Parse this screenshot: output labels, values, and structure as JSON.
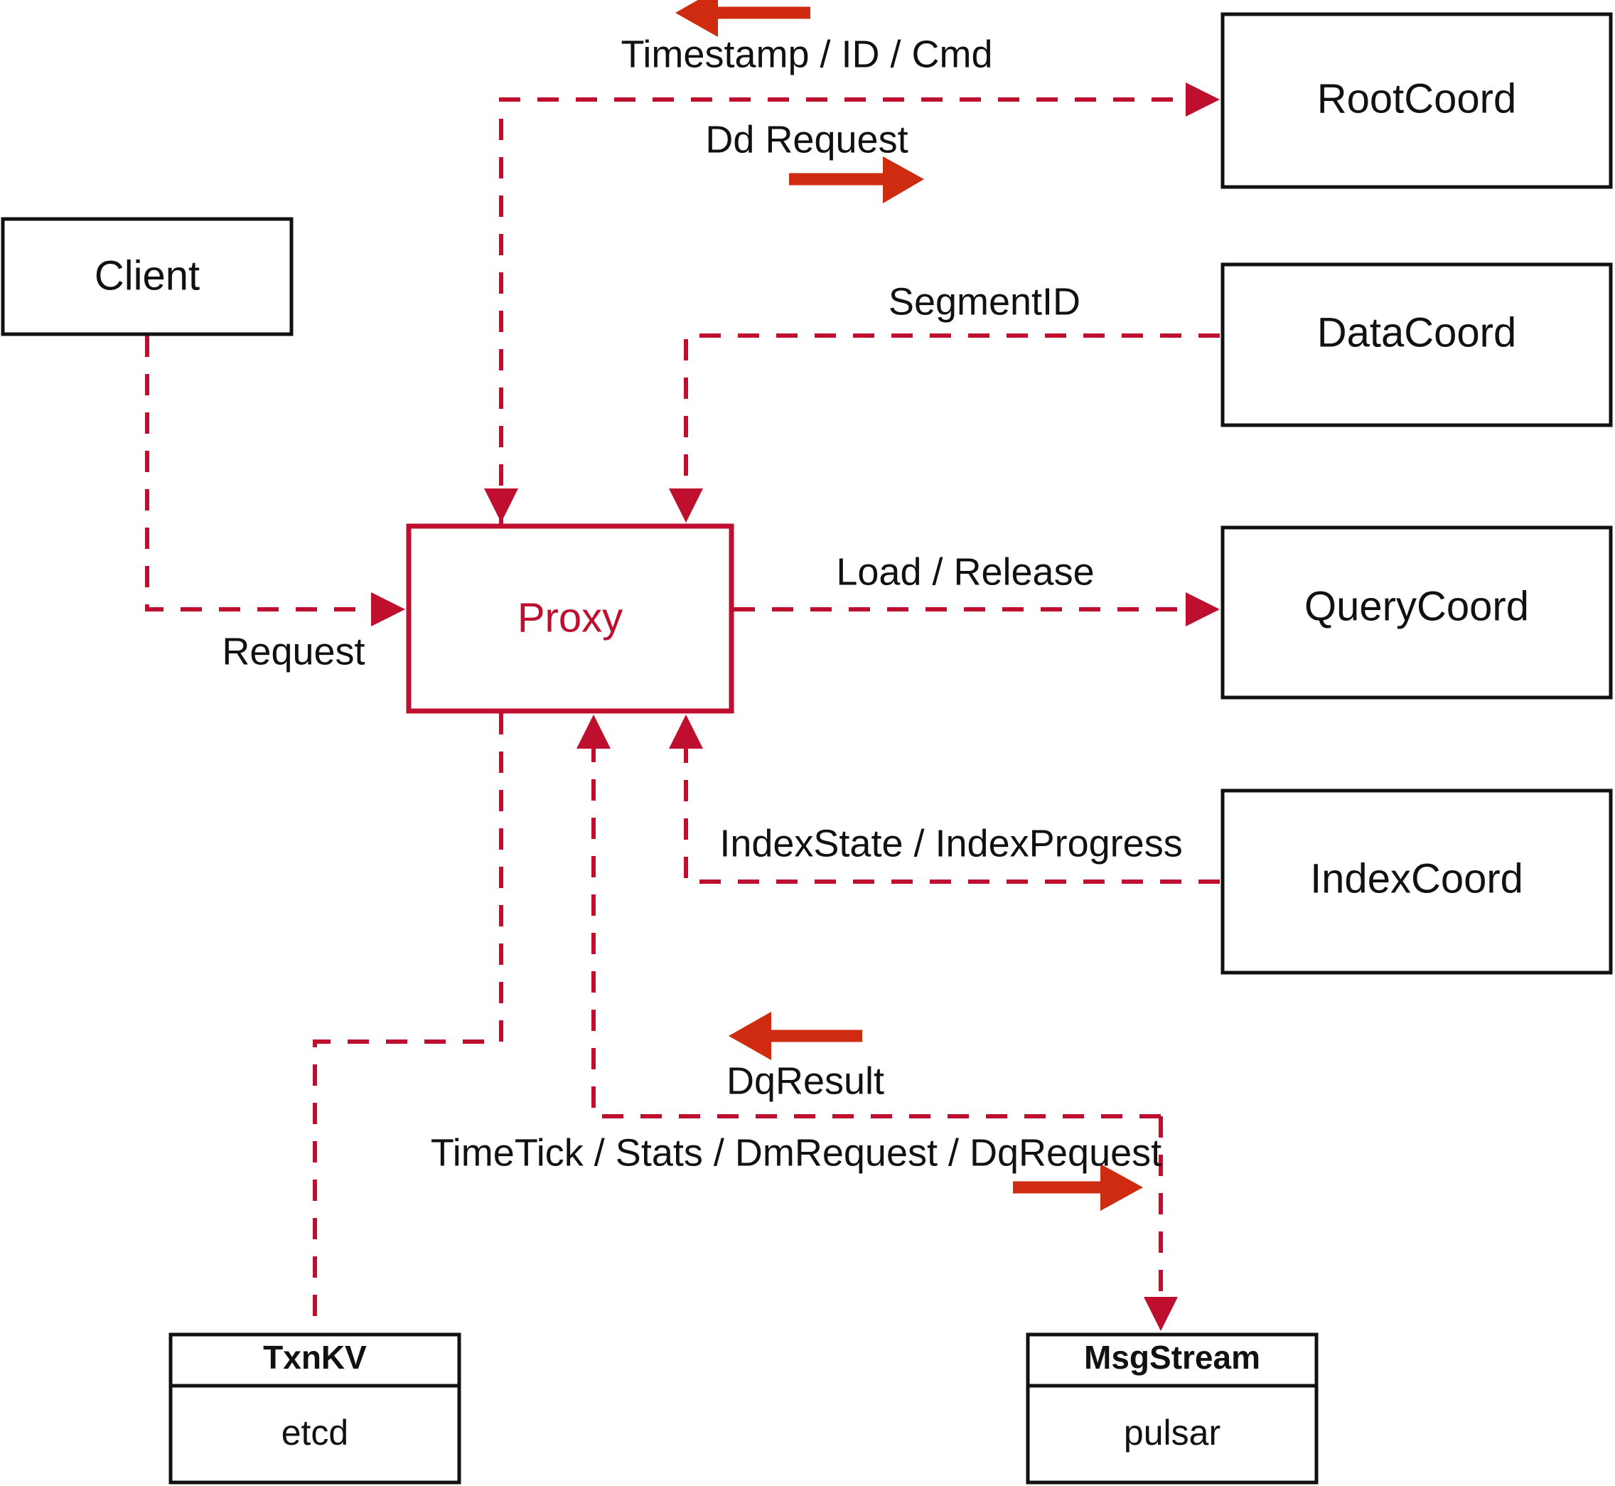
{
  "diagram": {
    "title": "Milvus Proxy interaction diagram",
    "colors": {
      "accent": "#BE0F2E",
      "arrow": "#CE2B10",
      "box_stroke": "#111111",
      "background": "#ffffff"
    },
    "nodes": {
      "client": {
        "label": "Client"
      },
      "proxy": {
        "label": "Proxy"
      },
      "root_coord": {
        "label": "RootCoord"
      },
      "data_coord": {
        "label": "DataCoord"
      },
      "query_coord": {
        "label": "QueryCoord"
      },
      "index_coord": {
        "label": "IndexCoord"
      },
      "txn_kv": {
        "label": "TxnKV",
        "impl": "etcd"
      },
      "msg_stream": {
        "label": "MsgStream",
        "impl": "pulsar"
      }
    },
    "edges": [
      {
        "id": "timestamp-id-cmd",
        "label": "Timestamp / ID / Cmd",
        "from": "RootCoord",
        "to": "Proxy",
        "direction": "left"
      },
      {
        "id": "dd-request",
        "label": "Dd Request",
        "from": "Proxy",
        "to": "RootCoord",
        "direction": "right"
      },
      {
        "id": "segment-id",
        "label": "SegmentID",
        "from": "DataCoord",
        "to": "Proxy",
        "direction": "left"
      },
      {
        "id": "request",
        "label": "Request",
        "from": "Client",
        "to": "Proxy",
        "direction": "right"
      },
      {
        "id": "load-release",
        "label": "Load / Release",
        "from": "Proxy",
        "to": "QueryCoord",
        "direction": "right"
      },
      {
        "id": "index-state-progress",
        "label": "IndexState / IndexProgress",
        "from": "IndexCoord",
        "to": "Proxy",
        "direction": "left"
      },
      {
        "id": "dq-result",
        "label": "DqResult",
        "from": "MsgStream",
        "to": "Proxy",
        "direction": "left"
      },
      {
        "id": "timetick-stats-dm-dq",
        "label": "TimeTick / Stats / DmRequest / DqRequest",
        "from": "Proxy",
        "to": "MsgStream",
        "direction": "right"
      }
    ]
  }
}
